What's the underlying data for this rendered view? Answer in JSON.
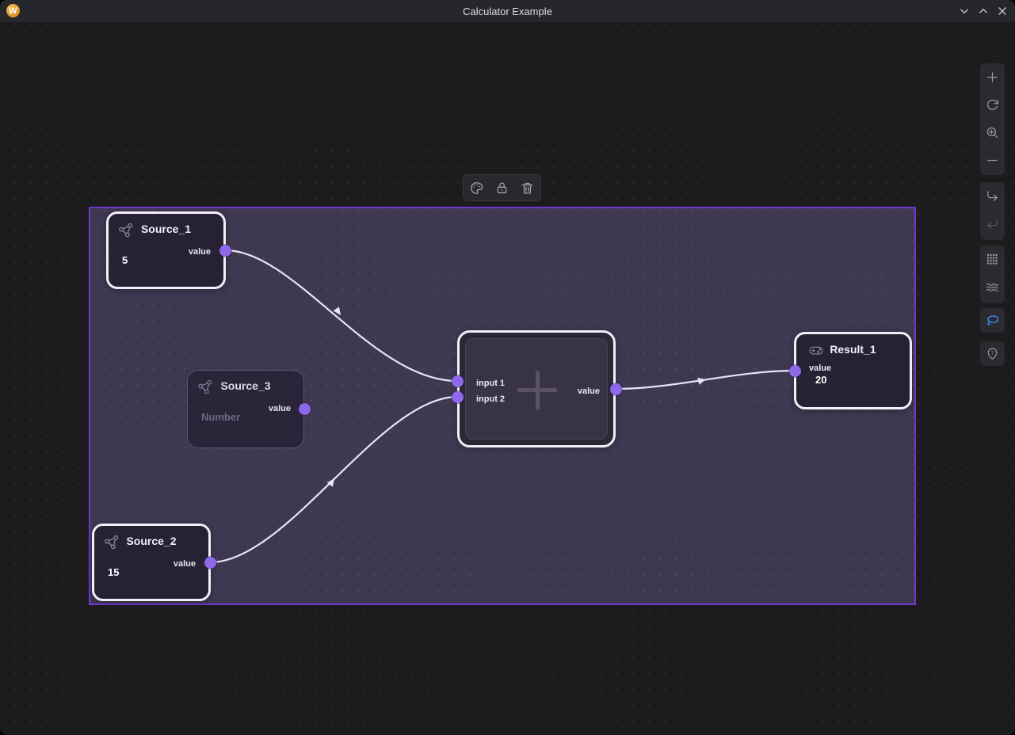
{
  "window": {
    "title": "Calculator Example",
    "logo_letter": "W"
  },
  "node_toolbar": {
    "buttons": [
      "palette",
      "lock",
      "trash"
    ]
  },
  "right_toolbar": {
    "groups": [
      {
        "buttons": [
          "plus",
          "rotate-cw",
          "zoom-in",
          "minus"
        ]
      },
      {
        "buttons": [
          "corner-down-right",
          "return"
        ],
        "disabled": [
          "return"
        ]
      },
      {
        "buttons": [
          "dot-grid",
          "waves"
        ]
      },
      {
        "buttons": [
          "lasso"
        ],
        "active": "lasso"
      },
      {
        "buttons": [
          "pin-question"
        ]
      }
    ]
  },
  "nodes": {
    "source_1": {
      "title": "Source_1",
      "port_label": "value",
      "value": "5",
      "selected": true
    },
    "source_3": {
      "title": "Source_3",
      "port_label": "value",
      "placeholder": "Number",
      "selected": false
    },
    "source_2": {
      "title": "Source_2",
      "port_label": "value",
      "value": "15",
      "selected": true
    },
    "add": {
      "input_1_label": "input 1",
      "input_2_label": "input 2",
      "output_label": "value",
      "selected": true
    },
    "result_1": {
      "title": "Result_1",
      "port_label": "value",
      "value": "20",
      "selected": true
    }
  },
  "edges": [
    {
      "from": "Source_1:value",
      "to": "add:input 1"
    },
    {
      "from": "Source_2:value",
      "to": "add:input 2"
    },
    {
      "from": "add:value",
      "to": "Result_1:value"
    }
  ],
  "icons": {
    "logo-icon": "W in gold circle",
    "chevron-down-icon": "⌄",
    "chevron-up-icon": "⌃",
    "close-icon": "✕",
    "palette-icon": "🎨",
    "lock-icon": "🔒",
    "trash-icon": "🗑",
    "plus-icon": "+",
    "rotate-cw-icon": "⟳",
    "zoom-in-icon": "⌕+",
    "minus-icon": "−",
    "corner-down-right-icon": "↳",
    "return-icon": "↵",
    "dot-grid-icon": "⣿",
    "waves-icon": "≋",
    "lasso-icon": "➰",
    "pin-question-icon": "📍?",
    "graph-icon": "triangle network",
    "gamepad-icon": "🎮"
  },
  "colors": {
    "selection_border": "#7137cf",
    "selection_bg": "#3e3850",
    "canvas_bg": "#1c1c1f",
    "node_bg": "#272134",
    "node_selected_border": "#f2eef7",
    "port": "#8d68e9",
    "edge": "#e9e5f2",
    "lasso_active": "#3f8cfc",
    "logo_gold": "#e2992f"
  }
}
